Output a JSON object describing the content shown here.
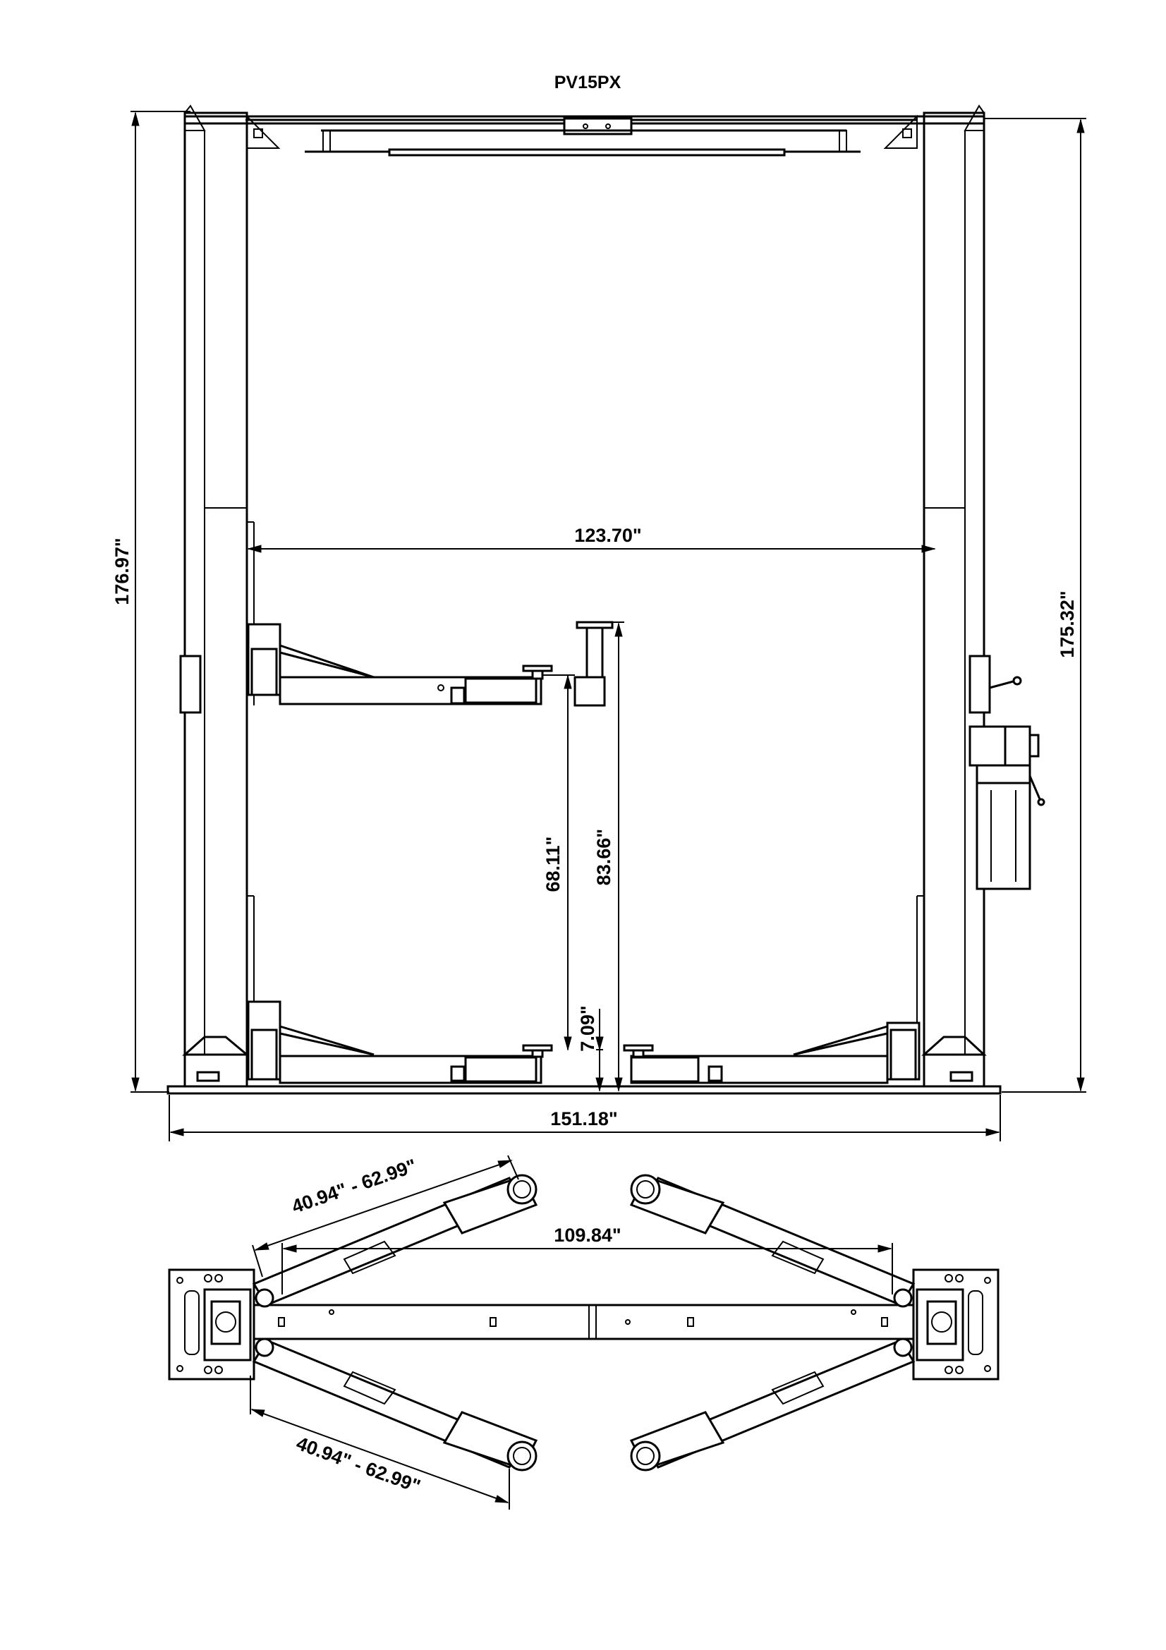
{
  "title": "PV15PX",
  "front_view": {
    "dimensions": {
      "overall_height": "176.97\"",
      "column_height": "175.32\"",
      "width_between_columns": "123.70\"",
      "max_lift_height": "68.11\"",
      "max_height_with_adapter": "83.66\"",
      "min_pad_height": "7.09\"",
      "overall_width": "151.18\""
    }
  },
  "top_view": {
    "dimensions": {
      "arm_reach_upper": "40.94\" - 62.99\"",
      "arm_reach_lower": "40.94\" - 62.99\"",
      "inside_width": "109.84\""
    }
  }
}
